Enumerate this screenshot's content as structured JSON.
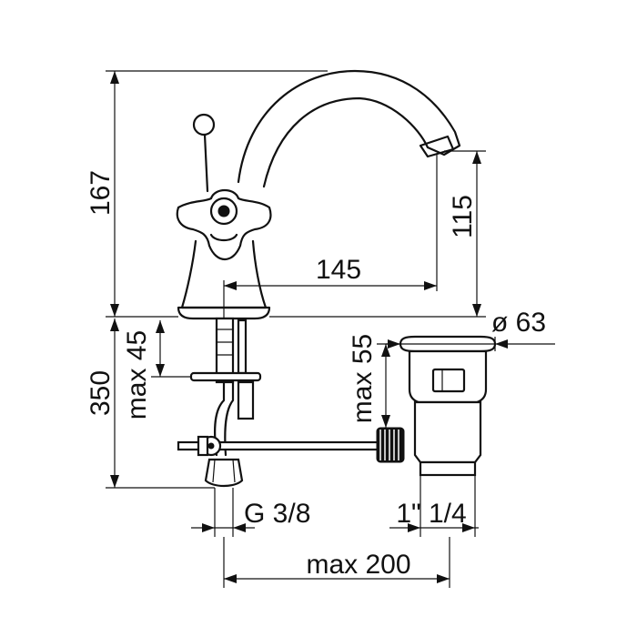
{
  "drawing": {
    "dimensions": {
      "total_height": "167",
      "spout_height": "115",
      "spout_reach": "145",
      "waste_diameter": "ø 63",
      "max_deck_thickness": "max 45",
      "waste_max_thickness": "max 55",
      "supply_length": "350",
      "supply_thread": "G 3/8",
      "waste_thread": "1\" 1/4",
      "max_pop_up_distance": "max 200"
    }
  }
}
